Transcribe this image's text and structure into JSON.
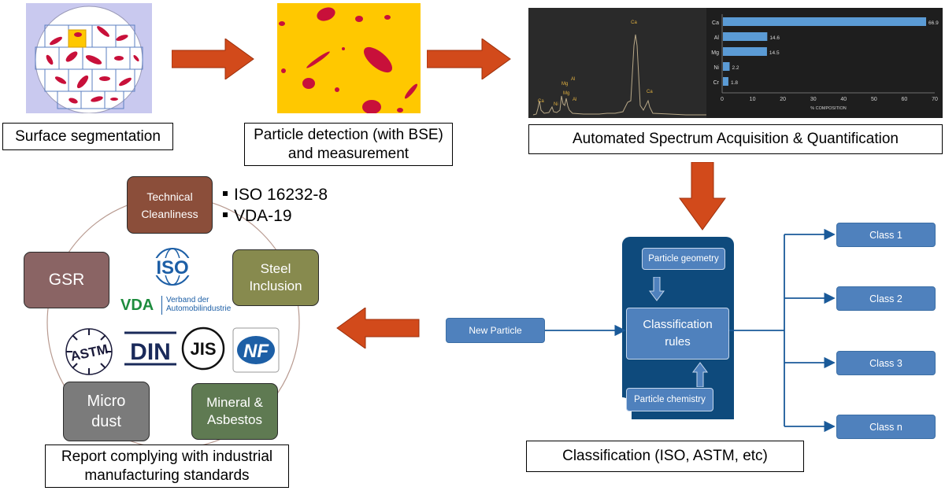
{
  "captions": {
    "segmentation": "Surface segmentation",
    "detection": "Particle detection (with BSE)\nand measurement",
    "spectrum": "Automated Spectrum Acquisition & Quantification",
    "classification": "Classification (ISO, ASTM, etc)",
    "report": "Report complying with industrial\nmanufacturing standards"
  },
  "spectrum_peaks": {
    "ca_main": "Ca",
    "ca_left": "Ca",
    "ni": "Ni",
    "mg_top": "Mg",
    "al_top": "Al",
    "mg_low": "Mg",
    "al_low": "Al",
    "ca_right": "Ca"
  },
  "composition_chart": {
    "xlabel": "% COMPOSITION",
    "ticks": [
      "0",
      "10",
      "20",
      "30",
      "40",
      "50",
      "60",
      "70"
    ],
    "xlim": [
      0,
      70
    ]
  },
  "chart_data": {
    "type": "bar",
    "categories": [
      "Ca",
      "Al",
      "Mg",
      "Ni",
      "Cr"
    ],
    "values": [
      66.9,
      14.6,
      14.5,
      2.2,
      1.8
    ],
    "title": "",
    "xlabel": "% COMPOSITION",
    "ylabel": "",
    "xlim": [
      0,
      70
    ],
    "orientation": "horizontal",
    "grid": false,
    "data_labels": [
      "66.9",
      "14.6",
      "14.5",
      "2.2",
      "1.8"
    ]
  },
  "standards_cycle": {
    "technical": "Technical\nCleanliness",
    "steel": "Steel\nInclusion",
    "mineral": "Mineral &\nAsbestos",
    "microdust": "Micro\ndust",
    "gsr": "GSR"
  },
  "standards_list": [
    "ISO 16232-8",
    "VDA-19"
  ],
  "logos": {
    "iso": "ISO",
    "vda": "VDA",
    "vda_text": "Verband der\nAutomobilindustrie",
    "din": "DIN",
    "jis": "JIS",
    "nf": "NF",
    "astm": "ASTM"
  },
  "classifier": {
    "new_particle": "New Particle",
    "geometry": "Particle geometry",
    "rules": "Classification\nrules",
    "chemistry": "Particle chemistry",
    "classes": [
      "Class 1",
      "Class 2",
      "Class 3",
      "Class n"
    ]
  },
  "colors": {
    "arrow": "#d24a1b",
    "particle": "#c8103a",
    "yellow": "#ffc800",
    "bar": "#5b9bd5",
    "navy": "#0e4a7c",
    "class_box": "#4f81bd",
    "technical": "#8b4e3a",
    "steel": "#878a4e",
    "mineral": "#5f7a52",
    "microdust": "#7b7b7b",
    "gsr": "#8a6464"
  }
}
